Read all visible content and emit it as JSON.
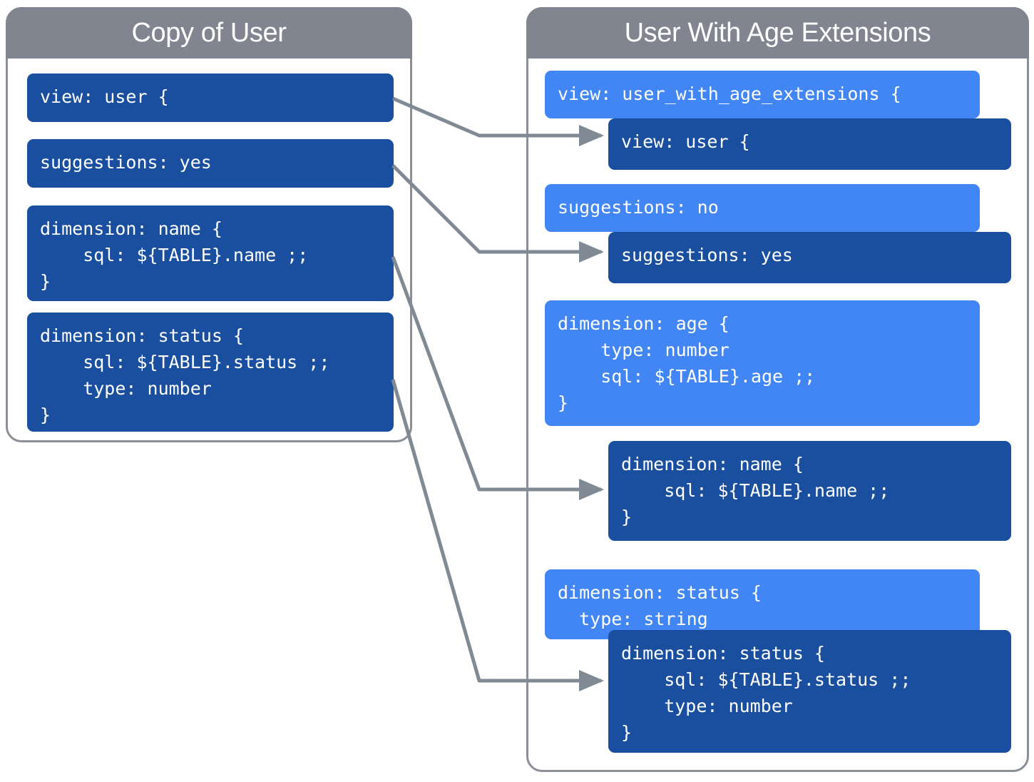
{
  "panels": {
    "left": {
      "title": "Copy of User",
      "header_color": "#80858f",
      "border_color": "#8a8f98",
      "blocks": [
        {
          "id": "left-view",
          "text": "view: user {",
          "style": "dark"
        },
        {
          "id": "left-suggestions",
          "text": "suggestions: yes",
          "style": "dark"
        },
        {
          "id": "left-dimension-name",
          "text": "dimension: name {\n    sql: ${TABLE}.name ;;\n}",
          "style": "dark"
        },
        {
          "id": "left-dimension-status",
          "text": "dimension: status {\n    sql: ${TABLE}.status ;;\n    type: number\n}",
          "style": "dark"
        }
      ]
    },
    "right": {
      "title": "User With Age Extensions",
      "header_color": "#80858f",
      "border_color": "#8a8f98",
      "blocks": [
        {
          "id": "right-view-extension",
          "text": "view: user_with_age_extensions {",
          "style": "light"
        },
        {
          "id": "right-view-user",
          "text": "view: user {",
          "style": "dark"
        },
        {
          "id": "right-suggestions-no",
          "text": "suggestions: no",
          "style": "light"
        },
        {
          "id": "right-suggestions-yes",
          "text": "suggestions: yes",
          "style": "dark"
        },
        {
          "id": "right-dimension-age",
          "text": "dimension: age {\n    type: number\n    sql: ${TABLE}.age ;;\n}",
          "style": "light"
        },
        {
          "id": "right-dimension-name",
          "text": "dimension: name {\n    sql: ${TABLE}.name ;;\n}",
          "style": "dark"
        },
        {
          "id": "right-dimension-status-str",
          "text": "dimension: status {\n  type: string",
          "style": "light"
        },
        {
          "id": "right-dimension-status-num",
          "text": "dimension: status {\n    sql: ${TABLE}.status ;;\n    type: number\n}",
          "style": "dark"
        }
      ]
    }
  },
  "colors": {
    "dark_blue": "#1a4fa0",
    "light_blue": "#4285f4",
    "header_gray": "#80858f",
    "connector_gray": "#7f8a94",
    "background": "#ffffff"
  },
  "connectors": [
    {
      "id": "connector-view",
      "from": "left-view",
      "to": "right-view-user"
    },
    {
      "id": "connector-suggestions",
      "from": "left-suggestions",
      "to": "right-suggestions-yes"
    },
    {
      "id": "connector-dimension-name",
      "from": "left-dimension-name",
      "to": "right-dimension-name"
    },
    {
      "id": "connector-dimension-status",
      "from": "left-dimension-status",
      "to": "right-dimension-status-num"
    }
  ]
}
